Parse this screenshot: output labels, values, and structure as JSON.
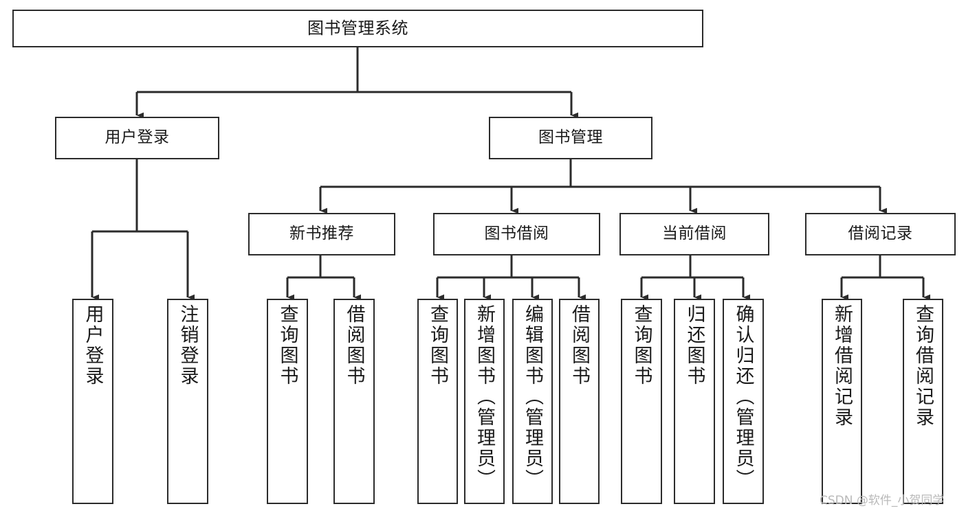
{
  "diagram": {
    "title": "图书管理系统",
    "type": "tree-hierarchy",
    "watermark": "CSDN @软件_小贺同学",
    "stroke_color": "#2b2b2b",
    "fill_color": "#ffffff",
    "text_color": "#1a1a1a",
    "levels": {
      "root": {
        "label": "图书管理系统"
      },
      "level2": [
        {
          "id": "user-login",
          "label": "用户登录"
        },
        {
          "id": "book-manage",
          "label": "图书管理"
        }
      ],
      "level3": [
        {
          "id": "new-book-recommend",
          "label": "新书推荐",
          "parent": "book-manage"
        },
        {
          "id": "book-borrow",
          "label": "图书借阅",
          "parent": "book-manage"
        },
        {
          "id": "current-borrow",
          "label": "当前借阅",
          "parent": "book-manage"
        },
        {
          "id": "borrow-record",
          "label": "借阅记录",
          "parent": "book-manage"
        }
      ],
      "leaves": [
        {
          "id": "leaf-user-login",
          "label": "用户登录",
          "parent": "user-login"
        },
        {
          "id": "leaf-user-logout",
          "label": "注销登录",
          "parent": "user-login"
        },
        {
          "id": "leaf-query-book-1",
          "label": "查询图书",
          "parent": "new-book-recommend"
        },
        {
          "id": "leaf-borrow-book-1",
          "label": "借阅图书",
          "parent": "new-book-recommend"
        },
        {
          "id": "leaf-query-book-2",
          "label": "查询图书",
          "parent": "book-borrow"
        },
        {
          "id": "leaf-add-book",
          "label": "新增图书（管理员）",
          "parent": "book-borrow"
        },
        {
          "id": "leaf-edit-book",
          "label": "编辑图书（管理员）",
          "parent": "book-borrow"
        },
        {
          "id": "leaf-borrow-book-2",
          "label": "借阅图书",
          "parent": "book-borrow"
        },
        {
          "id": "leaf-query-book-3",
          "label": "查询图书",
          "parent": "current-borrow"
        },
        {
          "id": "leaf-return-book",
          "label": "归还图书",
          "parent": "current-borrow"
        },
        {
          "id": "leaf-confirm-return",
          "label": "确认归还（管理员）",
          "parent": "current-borrow"
        },
        {
          "id": "leaf-add-record",
          "label": "新增借阅记录",
          "parent": "borrow-record"
        },
        {
          "id": "leaf-query-record",
          "label": "查询借阅记录",
          "parent": "borrow-record"
        }
      ]
    }
  }
}
